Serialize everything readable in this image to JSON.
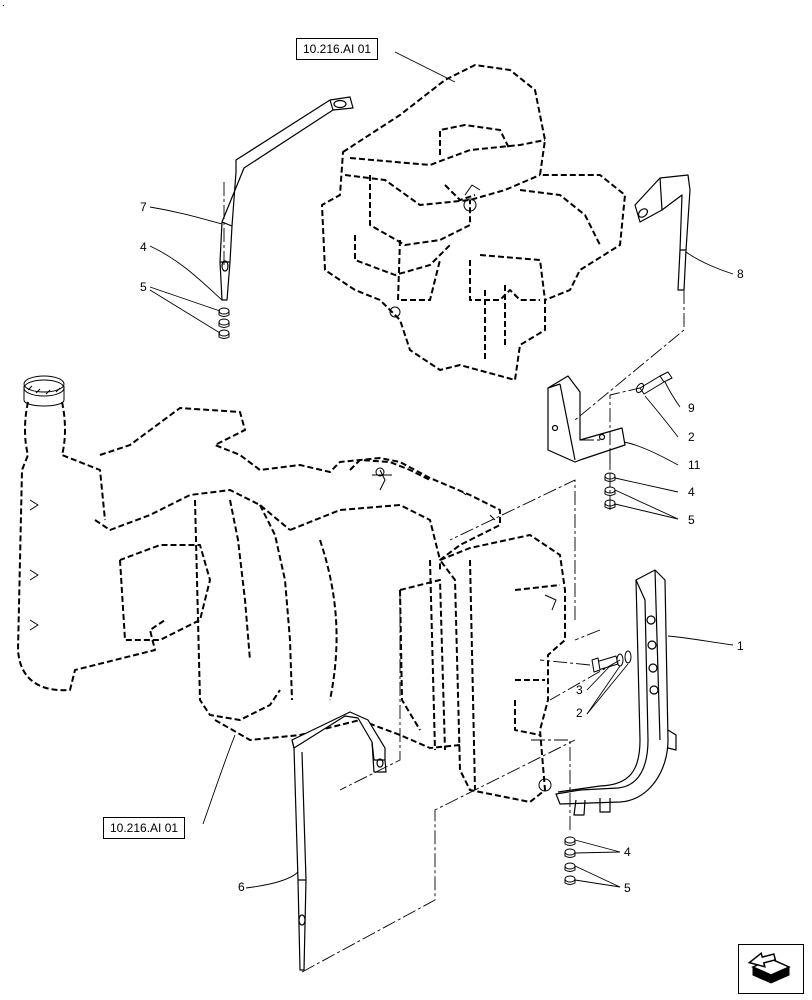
{
  "references": {
    "top": "10.216.AI 01",
    "bottom": "10.216.AI 01"
  },
  "callouts": [
    "1",
    "2",
    "2",
    "3",
    "4",
    "4",
    "4",
    "5",
    "5",
    "5",
    "6",
    "7",
    "8",
    "9",
    "11"
  ],
  "icons": {
    "nav": "next-page-arrow-icon"
  },
  "colors": {
    "line": "#000000",
    "background": "#ffffff"
  }
}
